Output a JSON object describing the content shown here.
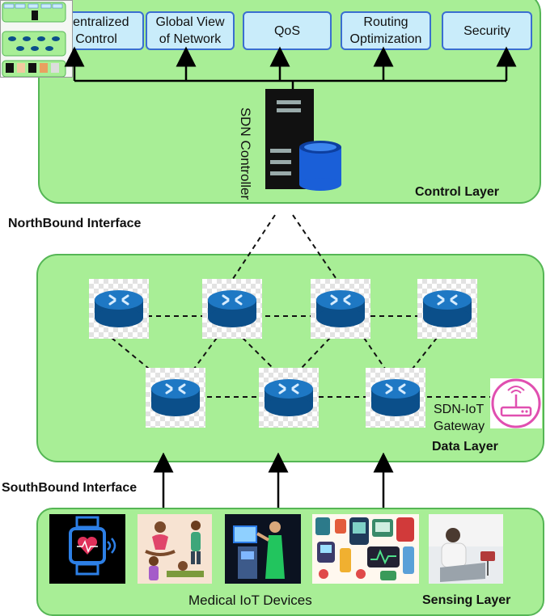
{
  "control_layer": {
    "title": "Control Layer",
    "functions": [
      {
        "label": "Centralized\nControl"
      },
      {
        "label": "Global View\nof Network"
      },
      {
        "label": "QoS"
      },
      {
        "label": "Routing\nOptimization"
      },
      {
        "label": "Security"
      }
    ],
    "controller_label": "SDN Controller"
  },
  "interfaces": {
    "northbound": "NorthBound Interface",
    "southbound": "SouthBound Interface"
  },
  "data_layer": {
    "title": "Data Layer",
    "gateway_label_line1": "SDN-IoT",
    "gateway_label_line2": "Gateway"
  },
  "sensing_layer": {
    "title": "Sensing Layer",
    "devices_label": "Medical IoT Devices"
  },
  "colors": {
    "layer_fill": "#a8ee96",
    "layer_border": "#55b655",
    "box_fill": "#c9ecfa",
    "box_border": "#3a6ed0",
    "router_blue": "#0b4f8a",
    "gateway_pink": "#e04fb0"
  }
}
